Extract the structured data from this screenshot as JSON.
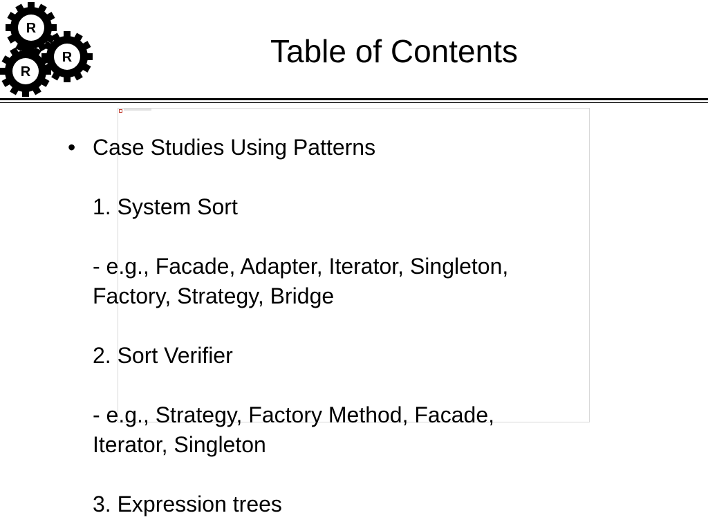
{
  "logo": {
    "gear_letters": [
      "R",
      "R",
      "R"
    ],
    "colors": {
      "gear": "#000000",
      "hub": "#ffffff"
    }
  },
  "header": {
    "title": "Table of Contents"
  },
  "image_placeholder": {
    "icon": "broken-image-icon"
  },
  "content": {
    "bullet": "•",
    "heading": "Case Studies Using Patterns",
    "sections": [
      {
        "title": "1. System Sort",
        "examples": [
          "- e.g., Facade, Adapter, Iterator, Singleton,",
          "Factory, Strategy, Bridge"
        ]
      },
      {
        "title": "2. Sort Verifier",
        "examples": [
          "- e.g., Strategy, Factory Method, Facade,",
          "Iterator, Singleton"
        ]
      },
      {
        "title": "3. Expression trees",
        "examples": []
      }
    ]
  }
}
